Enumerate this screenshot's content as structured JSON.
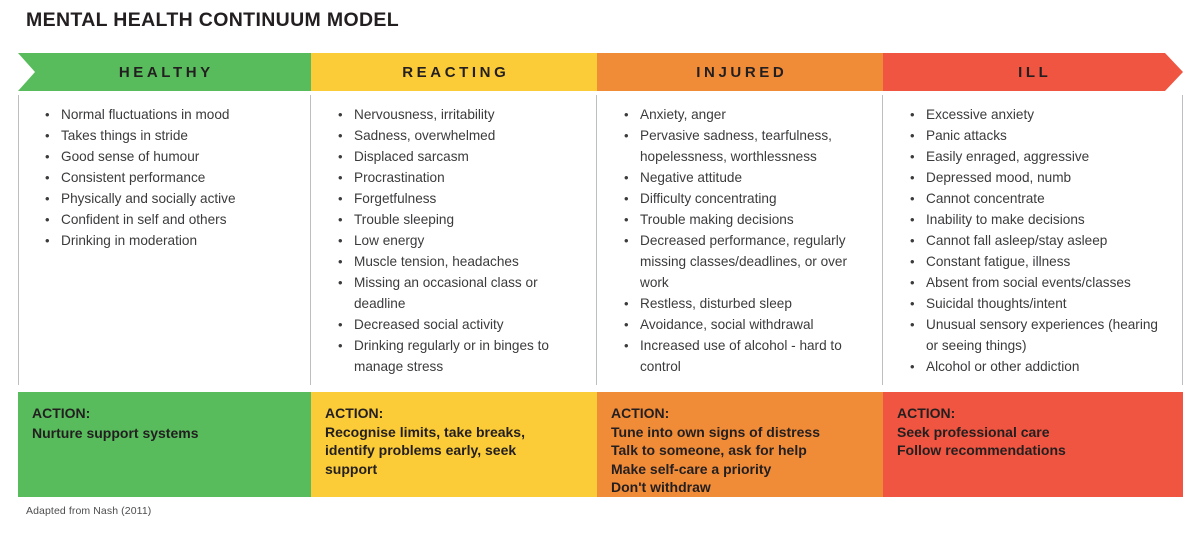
{
  "title": "MENTAL HEALTH CONTINUUM MODEL",
  "footer": "Adapted from Nash (2011)",
  "colors": {
    "healthy": "#58bc5d",
    "reacting": "#fbcb38",
    "injured": "#f08b38",
    "ill": "#ef5540",
    "text": "#231f20",
    "body_text": "#3b3b3d",
    "rule": "#bcbec0",
    "background": "#ffffff"
  },
  "columns": [
    {
      "key": "healthy",
      "label": "HEALTHY",
      "color": "#58bc5d",
      "symptoms": [
        "Normal fluctuations in mood",
        "Takes things in stride",
        "Good sense of humour",
        "Consistent performance",
        "Physically and socially active",
        "Confident in self and others",
        "Drinking in moderation"
      ],
      "action_label": "ACTION:",
      "action_lines": [
        "Nurture support systems"
      ]
    },
    {
      "key": "reacting",
      "label": "REACTING",
      "color": "#fbcb38",
      "symptoms": [
        "Nervousness, irritability",
        "Sadness, overwhelmed",
        "Displaced sarcasm",
        "Procrastination",
        "Forgetfulness",
        "Trouble sleeping",
        "Low energy",
        "Muscle tension, headaches",
        "Missing an occasional class or deadline",
        "Decreased social activity",
        "Drinking regularly or in binges to manage stress"
      ],
      "action_label": "ACTION:",
      "action_lines": [
        "Recognise limits, take breaks,",
        "identify problems early, seek",
        "support"
      ]
    },
    {
      "key": "injured",
      "label": "INJURED",
      "color": "#f08b38",
      "symptoms": [
        "Anxiety, anger",
        "Pervasive sadness, tearfulness, hopelessness, worthlessness",
        "Negative attitude",
        "Difficulty concentrating",
        "Trouble making decisions",
        "Decreased performance, regularly missing classes/deadlines, or over work",
        "Restless, disturbed sleep",
        "Avoidance, social withdrawal",
        "Increased use of alcohol - hard to control"
      ],
      "action_label": "ACTION:",
      "action_lines": [
        "Tune into own signs of distress",
        "Talk to someone, ask for help",
        "Make self-care a priority",
        "Don't withdraw"
      ]
    },
    {
      "key": "ill",
      "label": "ILL",
      "color": "#ef5540",
      "symptoms": [
        "Excessive anxiety",
        "Panic attacks",
        "Easily enraged, aggressive",
        "Depressed mood, numb",
        "Cannot concentrate",
        "Inability to make decisions",
        "Cannot fall asleep/stay asleep",
        "Constant fatigue, illness",
        "Absent from social events/classes",
        "Suicidal thoughts/intent",
        "Unusual sensory experiences (hearing or seeing things)",
        "Alcohol or other addiction"
      ],
      "action_label": "ACTION:",
      "action_lines": [
        "Seek professional care",
        "Follow recommendations"
      ]
    }
  ]
}
